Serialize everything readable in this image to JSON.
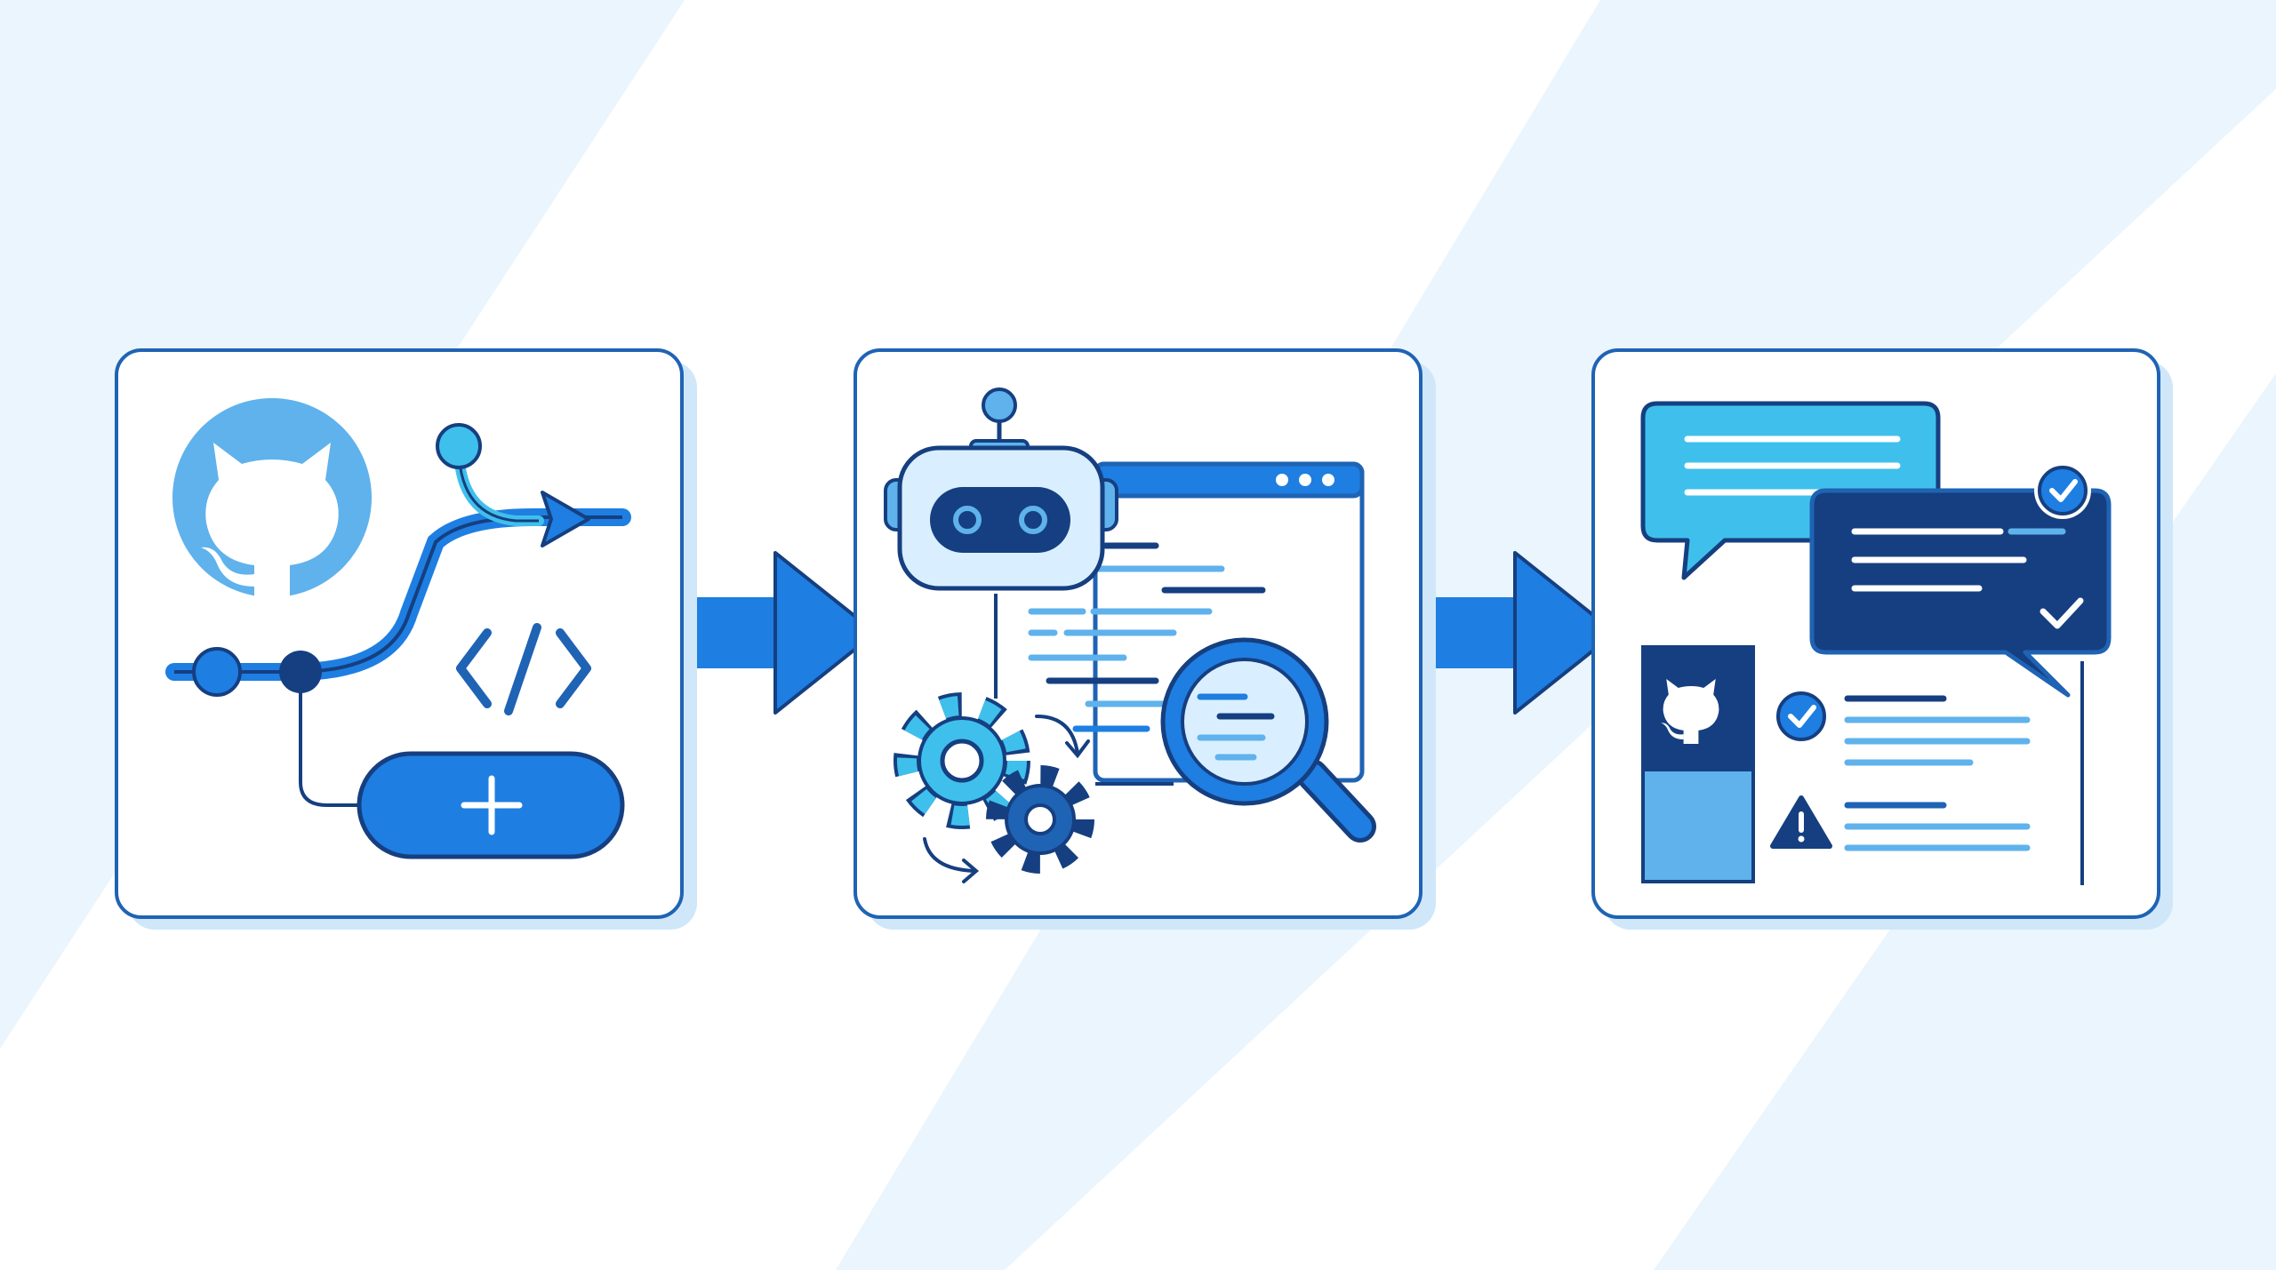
{
  "diagram": {
    "type": "three-step-flow",
    "steps": [
      {
        "id": "step-1",
        "icons": [
          "github-icon",
          "branch-merge-icon",
          "code-brackets-icon",
          "add-button-icon"
        ]
      },
      {
        "id": "step-2",
        "icons": [
          "robot-icon",
          "code-window-icon",
          "gears-icon",
          "magnifier-icon"
        ]
      },
      {
        "id": "step-3",
        "icons": [
          "chat-bubble-icon",
          "approved-comment-icon",
          "check-badge-icon",
          "github-icon",
          "check-circle-icon",
          "warning-icon"
        ]
      }
    ],
    "arrows": [
      {
        "from": "step-1",
        "to": "step-2"
      },
      {
        "from": "step-2",
        "to": "step-3"
      }
    ]
  },
  "colors": {
    "background": "#ffffff",
    "stripe": "#eaf5fd",
    "card_fill": "#ffffff",
    "card_border": "#1f63b4",
    "card_shadow": "#cfe7f9",
    "primary": "#1e7ee2",
    "dark": "#153f80",
    "light": "#5fb2ec",
    "cyan": "#3fc0ec",
    "pale": "#d9efff",
    "warning": "#153f80"
  }
}
